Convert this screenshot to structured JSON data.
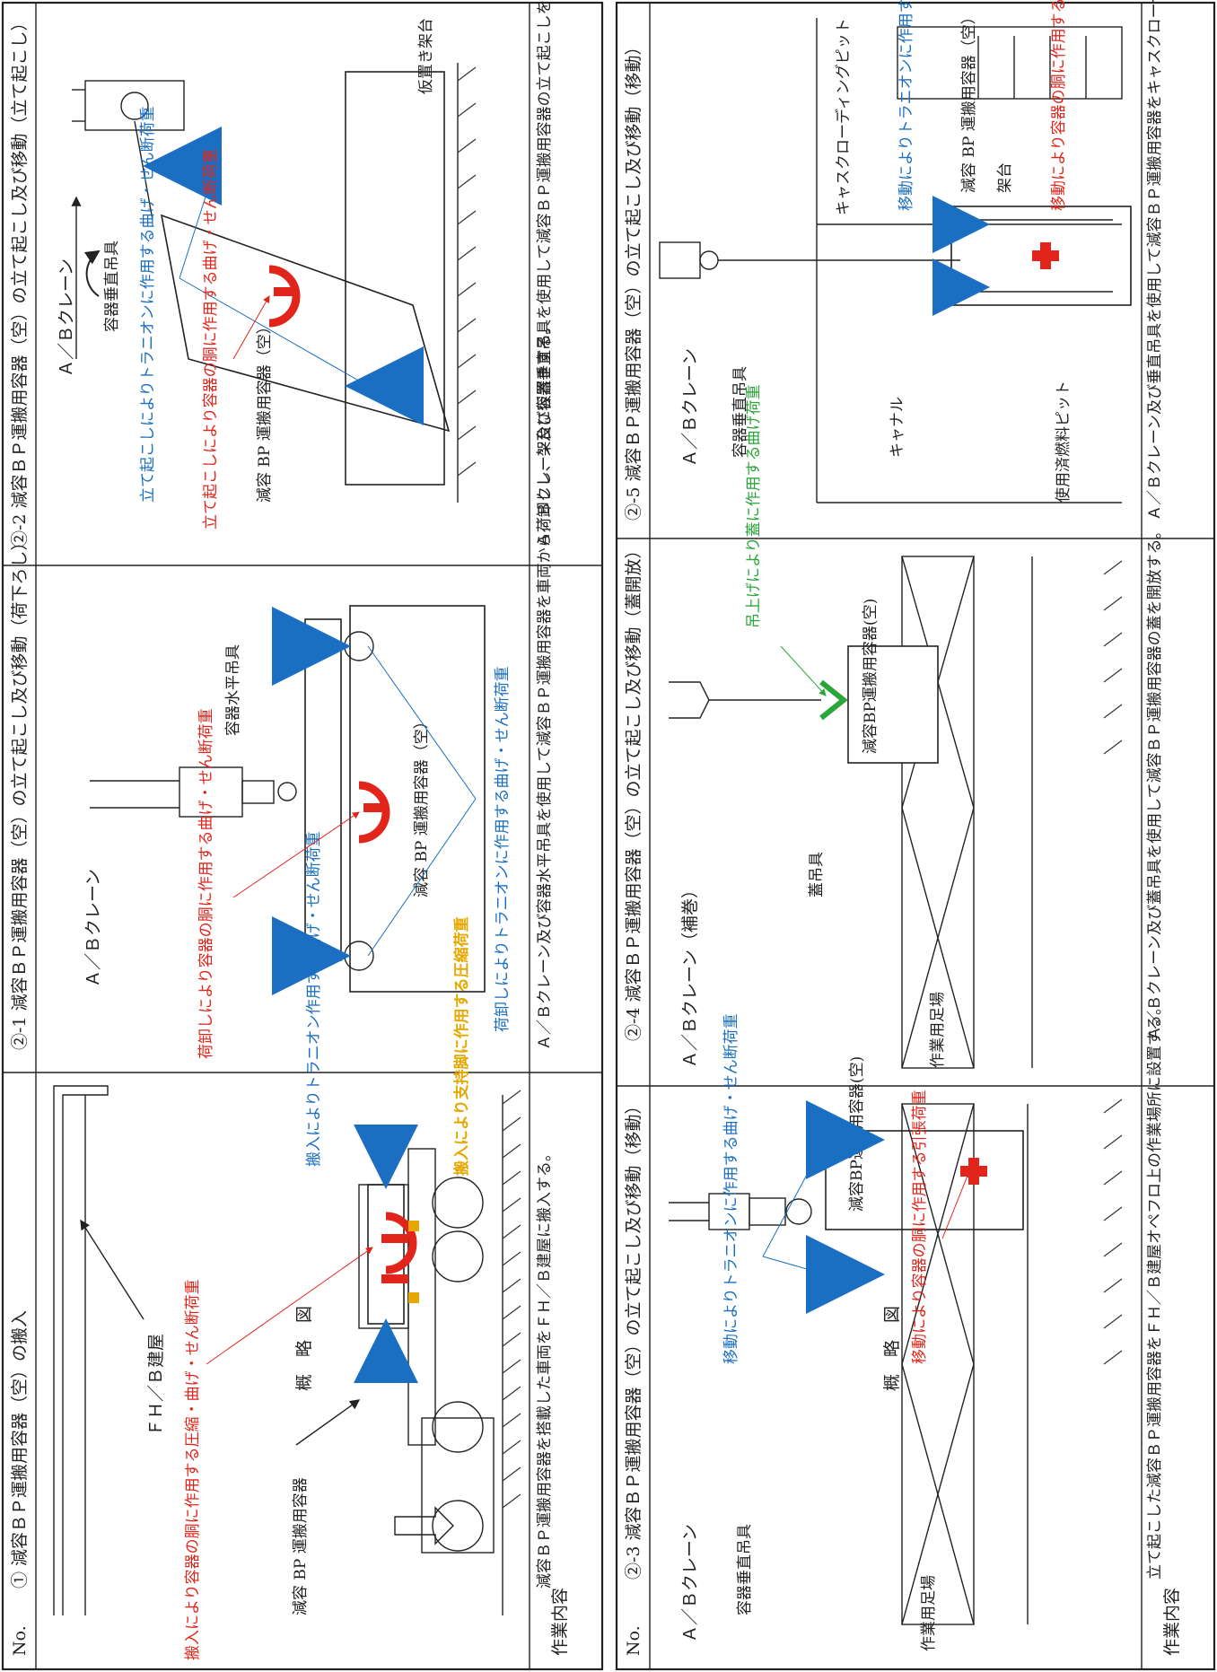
{
  "table": {
    "row_label_no": "No.",
    "row_label_diagram": "概　略　図",
    "row_label_content": "作業内容",
    "sections": [
      {
        "id": "1",
        "title": "① 減容ＢＰ運搬用容器（空）の搬入",
        "content": "減容ＢＰ運搬用容器を搭載した車両をＦＨ／Ｂ建屋に搬入する。",
        "labels": {
          "building": "ＦＨ／Ｂ建屋",
          "container": "減容 BP 運搬用容器",
          "red_note": "搬入により容器の胴に作用する圧縮・曲げ・せん断荷重",
          "blue_note": "搬入によりトラニオン作用する曲げ・せん断荷重",
          "gold_note": "搬入により支持脚に作用する圧縮荷重"
        }
      },
      {
        "id": "2-1",
        "title": "②-1 減容ＢＰ運搬用容器（空）の立て起こし及び移動（荷下ろし）",
        "content": "Ａ／Ｂクレーン及び容器水平吊具を使用して減容ＢＰ運搬用容器を車両から荷卸しし、架台に仮置きする。",
        "labels": {
          "crane": "Ａ／Ｂクレーン",
          "hanger": "容器水平吊具",
          "container": "減容 BP 運搬用容器（空）",
          "red_note": "荷卸しにより容器の胴に作用する曲げ・せん断荷重",
          "blue_note": "荷卸しによりトラニオンに作用する曲げ・せん断荷重"
        }
      },
      {
        "id": "2-2",
        "title": "②-2 減容ＢＰ運搬用容器（空）の立て起こし及び移動（立て起こし）",
        "content": "Ａ／Ｂクレーン及び容器垂直吊具を使用して減容ＢＰ運搬用容器の立て起こしを行う。",
        "labels": {
          "crane": "Ａ／Ｂクレーン",
          "hanger": "容器垂直吊具",
          "container": "減容 BP 運搬用容器（空）",
          "stand": "仮置き架台",
          "blue_note": "立て起こしによりトラニオンに作用する曲げ・せん断荷重",
          "red_note": "立て起こしにより容器の胴に作用する曲げ・せん断荷重"
        }
      },
      {
        "id": "2-3",
        "title": "②-3 減容ＢＰ運搬用容器（空）の立て起こし及び移動（移動）",
        "content": "立て起こした減容ＢＰ運搬用容器をＦＨ／Ｂ建屋オペフロ上の作業場所に設置する。",
        "labels": {
          "crane": "Ａ／Ｂクレーン",
          "hanger": "容器垂直吊具",
          "scaffold": "作業用足場",
          "blue_note": "移動によりトラニオンに作用する曲げ・せん断荷重",
          "red_note": "移動により容器の胴に作用する引張荷重",
          "vessel": "減容BP運搬用容器(空)"
        }
      },
      {
        "id": "2-4",
        "title": "②-4 減容ＢＰ運搬用容器（空）の立て起こし及び移動（蓋開放）",
        "content": "Ａ／Ｂクレーン及び蓋吊具を使用して減容ＢＰ運搬用容器の蓋を開放する。",
        "labels": {
          "crane": "Ａ／Ｂクレーン（補巻）",
          "lid_hanger": "蓋吊具",
          "scaffold": "作業用足場",
          "green_note": "吊上げにより蓋に作用する曲げ荷重",
          "vessel": "減容BP運搬用容器(空)"
        }
      },
      {
        "id": "2-5",
        "title": "②-5 減容ＢＰ運搬用容器（空）の立て起こし及び移動（移動）",
        "content": "Ａ／Ｂクレーン及び垂直吊具を使用して減容ＢＰ運搬用容器をキャスクローディングピット（水中）に沈め込む。",
        "labels": {
          "crane": "Ａ／Ｂクレーン",
          "hanger": "容器垂直吊具",
          "canal": "キャナル",
          "spent_pit": "使用済燃料ピット",
          "loading_pit": "キャスクローディングピット",
          "stand": "架台",
          "container": "減容 BP 運搬用容器（空）",
          "blue_note": "移動によりトラニオンに作用する曲げ・せん断荷重",
          "red_note": "移動により容器の胴に作用する引張荷重"
        }
      }
    ]
  },
  "colors": {
    "red": "#e1251b",
    "blue": "#1a6fc2",
    "green": "#2aa63a",
    "gold": "#e6a800"
  }
}
